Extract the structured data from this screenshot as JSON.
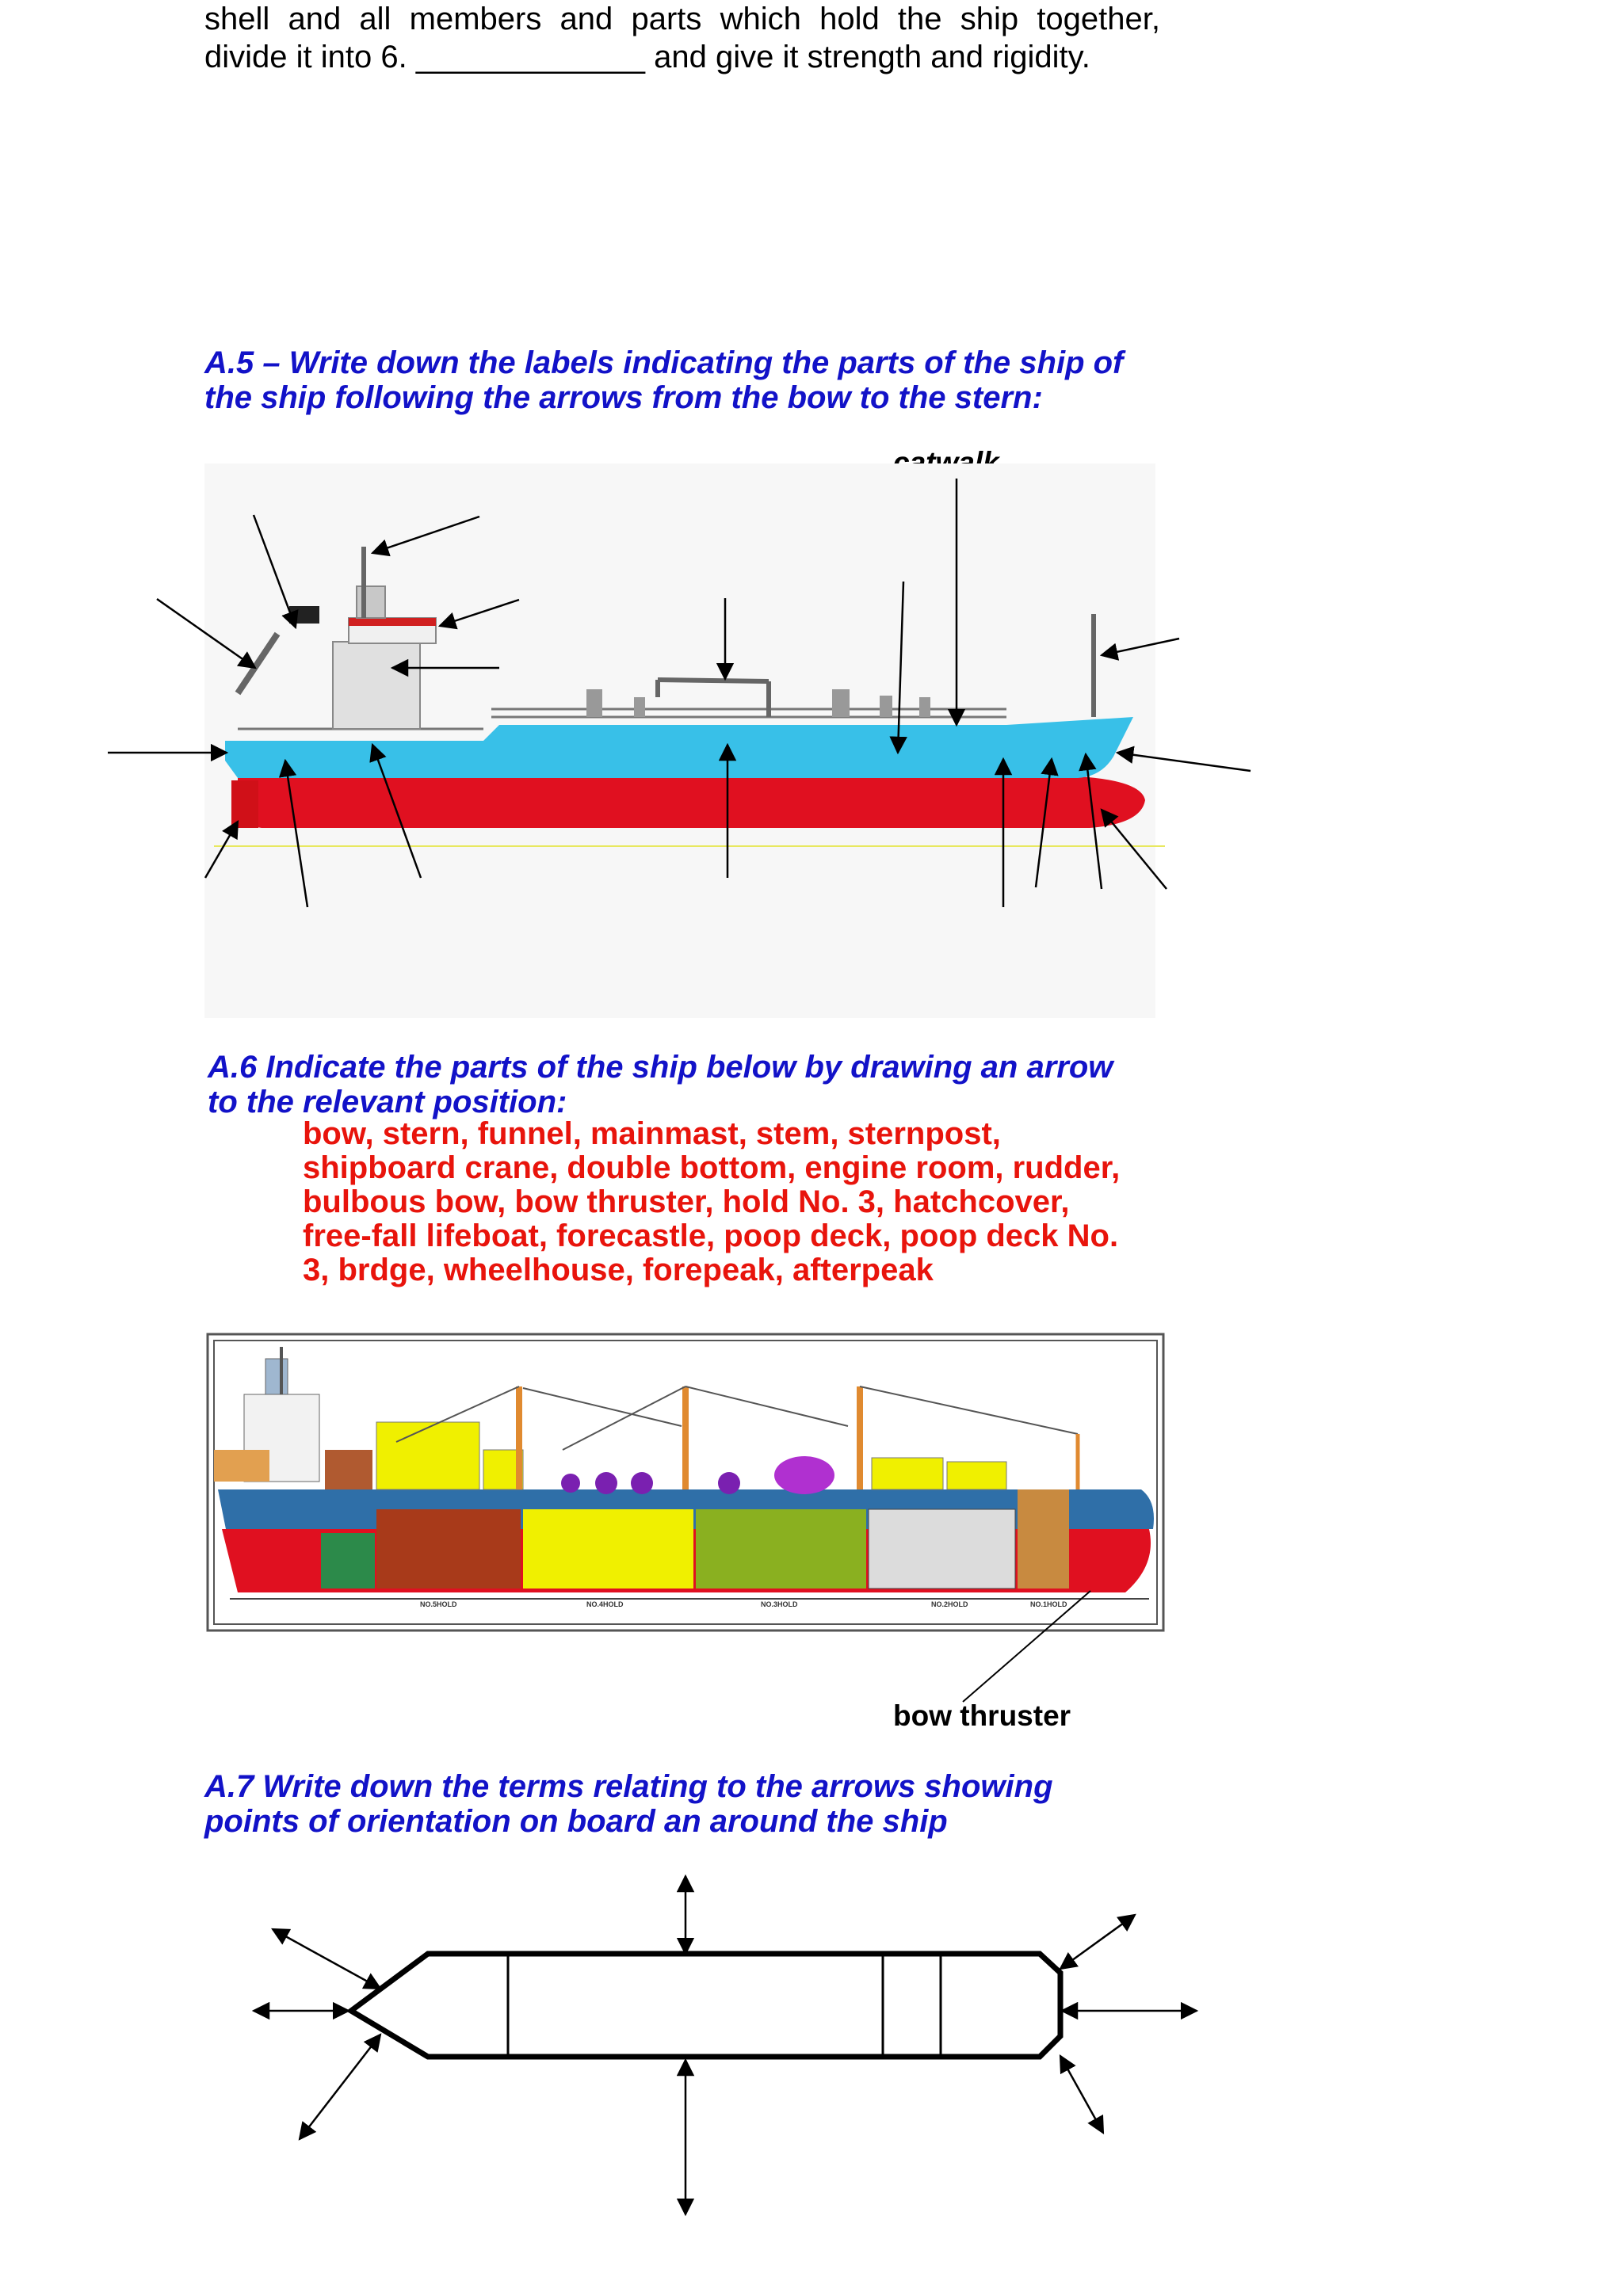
{
  "paragraph": {
    "line1": "shell and all members and parts which hold the ship together,",
    "line2": "divide it into 6. _____________ and give it strength and rigidity."
  },
  "a5": {
    "heading_line1": "A.5 – Write down the labels indicating the parts of the ship of",
    "heading_line2": "the ship following the arrows from the bow to the stern:",
    "catwalk_label": "catwalk"
  },
  "a6": {
    "heading_line1": "A.6 Indicate the parts of the ship below by drawing an arrow",
    "heading_line2": "to the relevant position:",
    "terms_lines": [
      "bow, stern, funnel, mainmast, stem, sternpost,",
      "shipboard crane, double bottom, engine room, rudder,",
      "bulbous bow, bow thruster, hold No. 3, hatchcover,",
      "free-fall lifeboat, forecastle, poop deck, poop deck No.",
      "3, brdge, wheelhouse, forepeak, afterpeak"
    ],
    "hold_labels": [
      "NO.5HOLD",
      "NO.4HOLD",
      "NO.3HOLD",
      "NO.2HOLD",
      "NO.1HOLD"
    ],
    "bow_thruster_label": "bow thruster"
  },
  "a7": {
    "heading_line1": "A.7 Write down the terms relating to the arrows showing",
    "heading_line2": "points of orientation on board an around the ship"
  },
  "colors": {
    "heading_blue": "#1212c8",
    "terms_red": "#e8140c",
    "hull_red": "#e01020",
    "hull_cyan": "#38c0e8"
  }
}
